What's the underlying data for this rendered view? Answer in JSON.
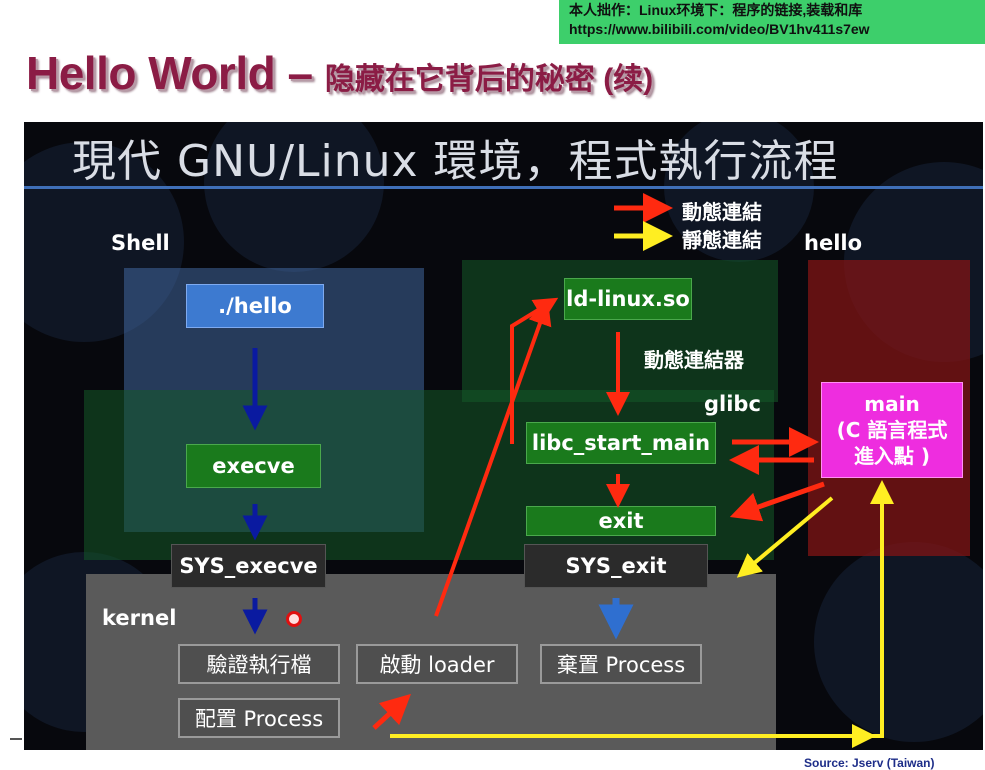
{
  "credit": {
    "line1": "本人拙作：Linux环境下：程序的链接,装载和库",
    "line2": "https://www.bilibili.com/video/BV1hv411s7ew"
  },
  "title": {
    "main": "Hello World – ",
    "sub": "隐藏在它背后的秘密 (续)"
  },
  "slide": {
    "heading": "現代 GNU/Linux 環境，程式執行流程",
    "legend": {
      "dynamic": "動態連結",
      "static": "靜態連結"
    },
    "regions": {
      "shell": "Shell",
      "hello": "hello",
      "glibc": "glibc",
      "kernel": "kernel"
    },
    "boxes": {
      "hello_cmd": "./hello",
      "execve": "execve",
      "sys_execve": "SYS_execve",
      "ld_linux": "ld-linux.so",
      "dyn_linker": "動態連結器",
      "libc_start_main": "libc_start_main",
      "exit": "exit",
      "sys_exit": "SYS_exit",
      "verify": "驗證執行檔",
      "start_loader": "啟動 loader",
      "discard_process": "棄置 Process",
      "config_process": "配置 Process",
      "main_line1": "main",
      "main_line2": "(C 語言程式",
      "main_line3": "進入點 )"
    },
    "colors": {
      "dynamic": "#ff2a10",
      "static": "#ffee22",
      "kernel_arrow": "#0a1aa0",
      "process_arrow": "#2f6fd0"
    }
  },
  "source": "Source: Jserv (Taiwan)"
}
